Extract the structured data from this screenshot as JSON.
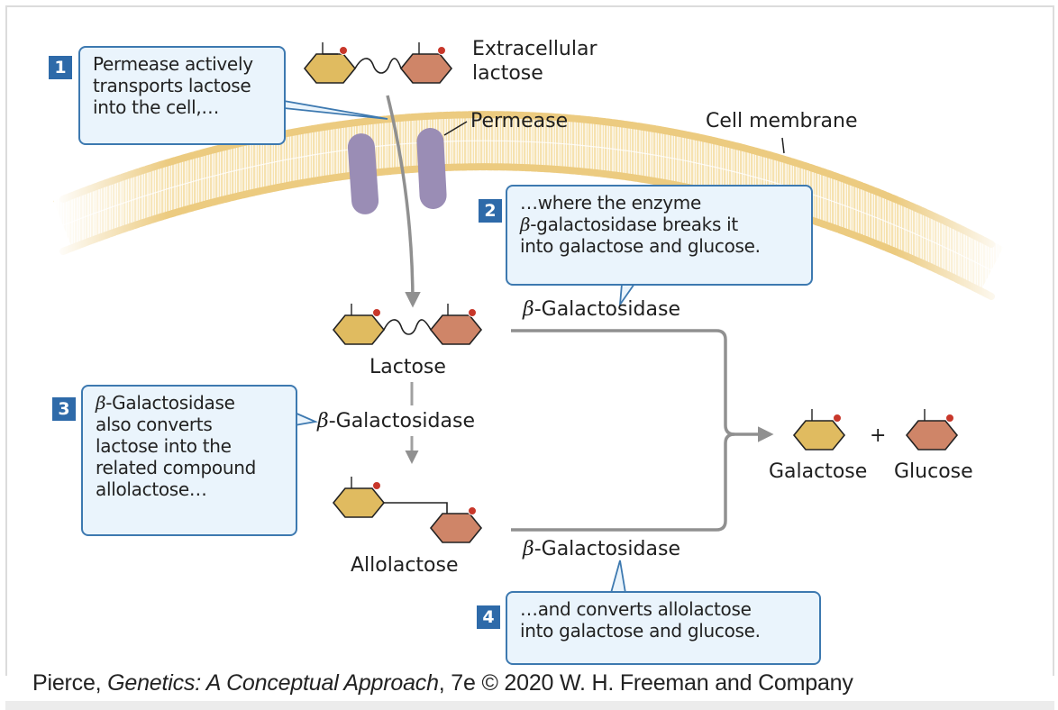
{
  "figure": {
    "labels": {
      "extracellular_lactose": [
        "Extracellular",
        "lactose"
      ],
      "permease": "Permease",
      "cell_membrane": "Cell membrane",
      "lactose": "Lactose",
      "allolactose": "Allolactose",
      "galactose": "Galactose",
      "glucose": "Glucose",
      "plus": "+",
      "enzyme_beta_symbol": "β",
      "enzyme_name": "-Galactosidase"
    },
    "steps": [
      {
        "number": "1",
        "lines": [
          "Permease actively",
          "transports lactose",
          "into the cell,…"
        ]
      },
      {
        "number": "2",
        "lines": [
          "…where the enzyme",
          "-galactosidase breaks it",
          "into galactose and glucose."
        ],
        "beta_prefix_line": 1
      },
      {
        "number": "3",
        "lines": [
          "-Galactosidase",
          "also converts",
          "lactose into the",
          "related compound",
          "allolactose…"
        ],
        "beta_prefix_line": 0
      },
      {
        "number": "4",
        "lines": [
          "…and converts allolactose",
          "into galactose and glucose."
        ]
      }
    ],
    "colors": {
      "galactose": "#e0bb60",
      "glucose": "#cf8568",
      "permease": "#9a8db5",
      "membrane": "#eccb80",
      "callout_fill": "#eaf4fc",
      "callout_border": "#3d79b0",
      "badge": "#2e6aa9",
      "arrow": "#909090",
      "oh_dot": "#c8372a"
    }
  },
  "credit": {
    "author": "Pierce, ",
    "title": "Genetics: A Conceptual Approach",
    "rest": ", 7e © 2020 W. H. Freeman and Company"
  }
}
